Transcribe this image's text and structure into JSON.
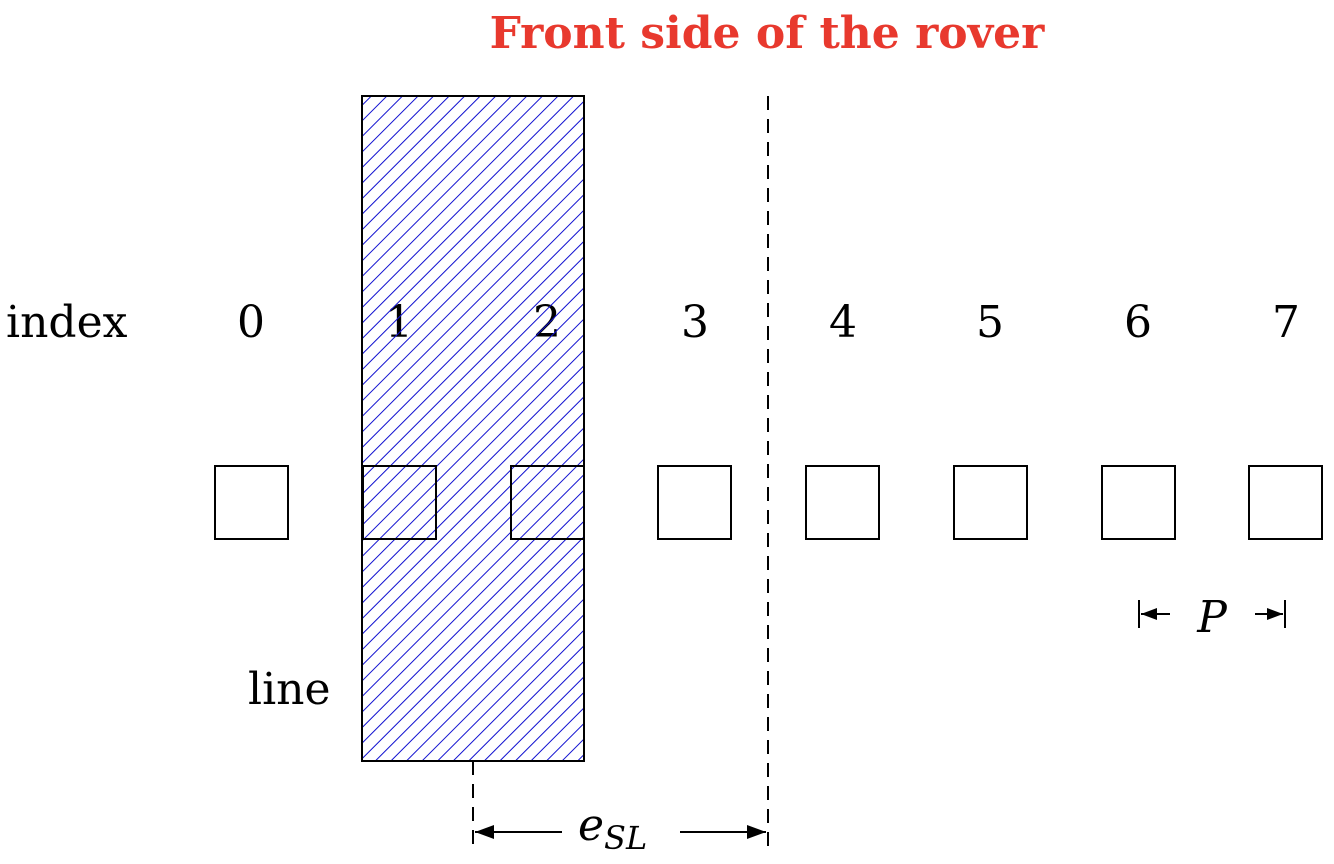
{
  "title": "Front side of the rover",
  "title_color": "#e8392e",
  "row_label": "index",
  "indices": [
    "0",
    "1",
    "2",
    "3",
    "4",
    "5",
    "6",
    "7"
  ],
  "line_label": "line",
  "line_color": "#1010d0",
  "pitch_symbol": "P",
  "offset_symbol": "e",
  "offset_subscript": "SL"
}
